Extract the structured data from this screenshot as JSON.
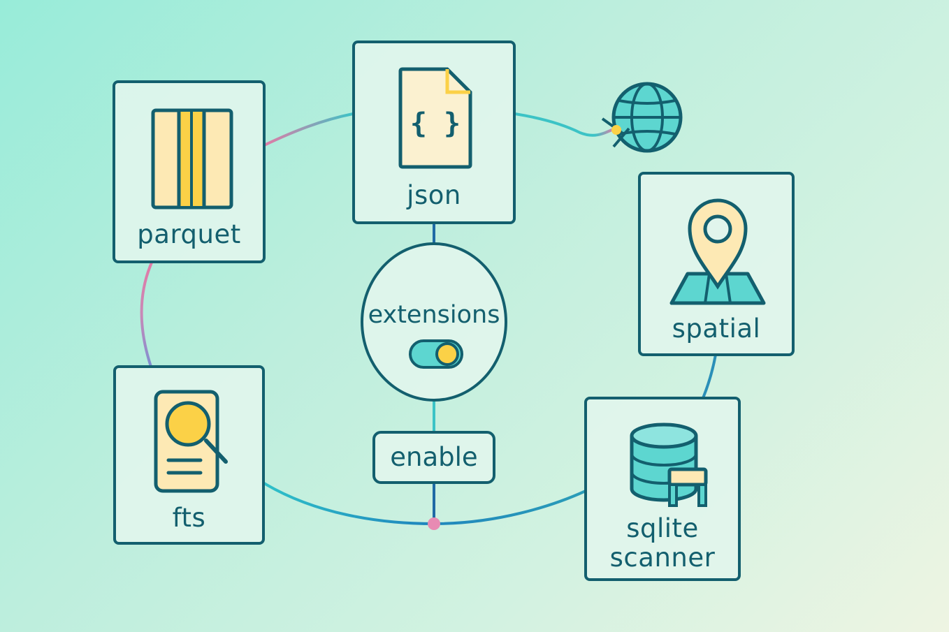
{
  "hub": {
    "label": "extensions",
    "toggle": {
      "state": "on"
    }
  },
  "enable_button": {
    "label": "enable"
  },
  "extensions": {
    "parquet": {
      "label": "parquet",
      "icon": "columns-icon"
    },
    "json": {
      "label": "json",
      "icon": "json-file-icon",
      "icon_text": "{ }"
    },
    "spatial": {
      "label": "spatial",
      "icon": "map-pin-icon"
    },
    "fts": {
      "label": "fts",
      "icon": "document-search-icon"
    },
    "sqlite_scanner": {
      "label_line1": "sqlite",
      "label_line2": "scanner",
      "icon": "database-icon"
    }
  },
  "external_icon": "globe-icon",
  "colors": {
    "stroke": "#135f6e",
    "card_fill": "#e1f5ec",
    "yellow": "#fbd147",
    "light_yellow": "#fde9b4",
    "teal": "#5dd6d0",
    "pink": "#e27aa6",
    "blue": "#1f76b4"
  }
}
